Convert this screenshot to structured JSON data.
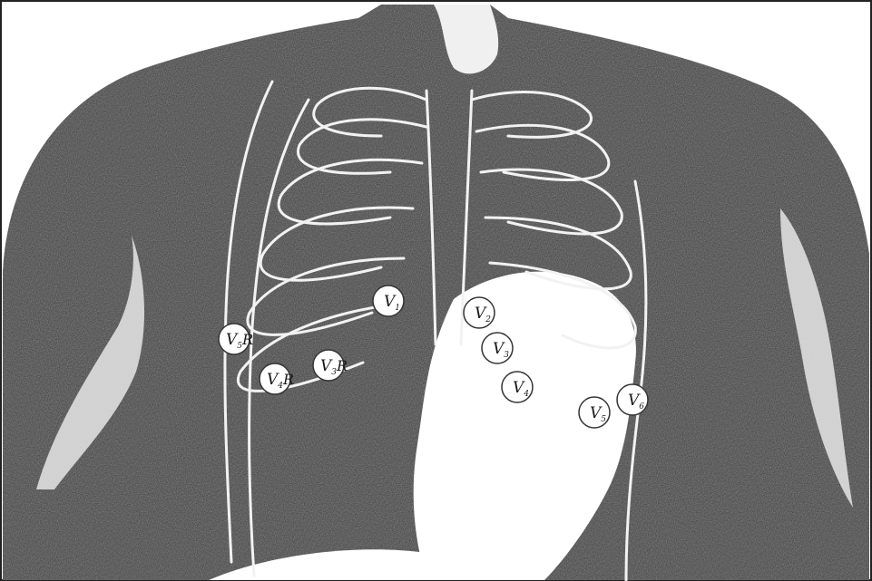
{
  "figure": {
    "colors": {
      "background": "#ffffff",
      "skin": "#3a3a3a",
      "rib_lines": "#f2f2f2",
      "heart_region": "#ffffff",
      "electrode_fill": "#ffffff",
      "electrode_text": "#1a1a1a"
    },
    "electrodes": [
      {
        "id": "V1",
        "main": "V",
        "sub": "1",
        "suffix": ""
      },
      {
        "id": "V2",
        "main": "V",
        "sub": "2",
        "suffix": ""
      },
      {
        "id": "V3",
        "main": "V",
        "sub": "3",
        "suffix": ""
      },
      {
        "id": "V4",
        "main": "V",
        "sub": "4",
        "suffix": ""
      },
      {
        "id": "V5",
        "main": "V",
        "sub": "5",
        "suffix": ""
      },
      {
        "id": "V6",
        "main": "V",
        "sub": "6",
        "suffix": ""
      },
      {
        "id": "V3R",
        "main": "V",
        "sub": "3",
        "suffix": "R"
      },
      {
        "id": "V4R",
        "main": "V",
        "sub": "4",
        "suffix": "R"
      },
      {
        "id": "V5R",
        "main": "V",
        "sub": "5",
        "suffix": "R"
      }
    ]
  }
}
